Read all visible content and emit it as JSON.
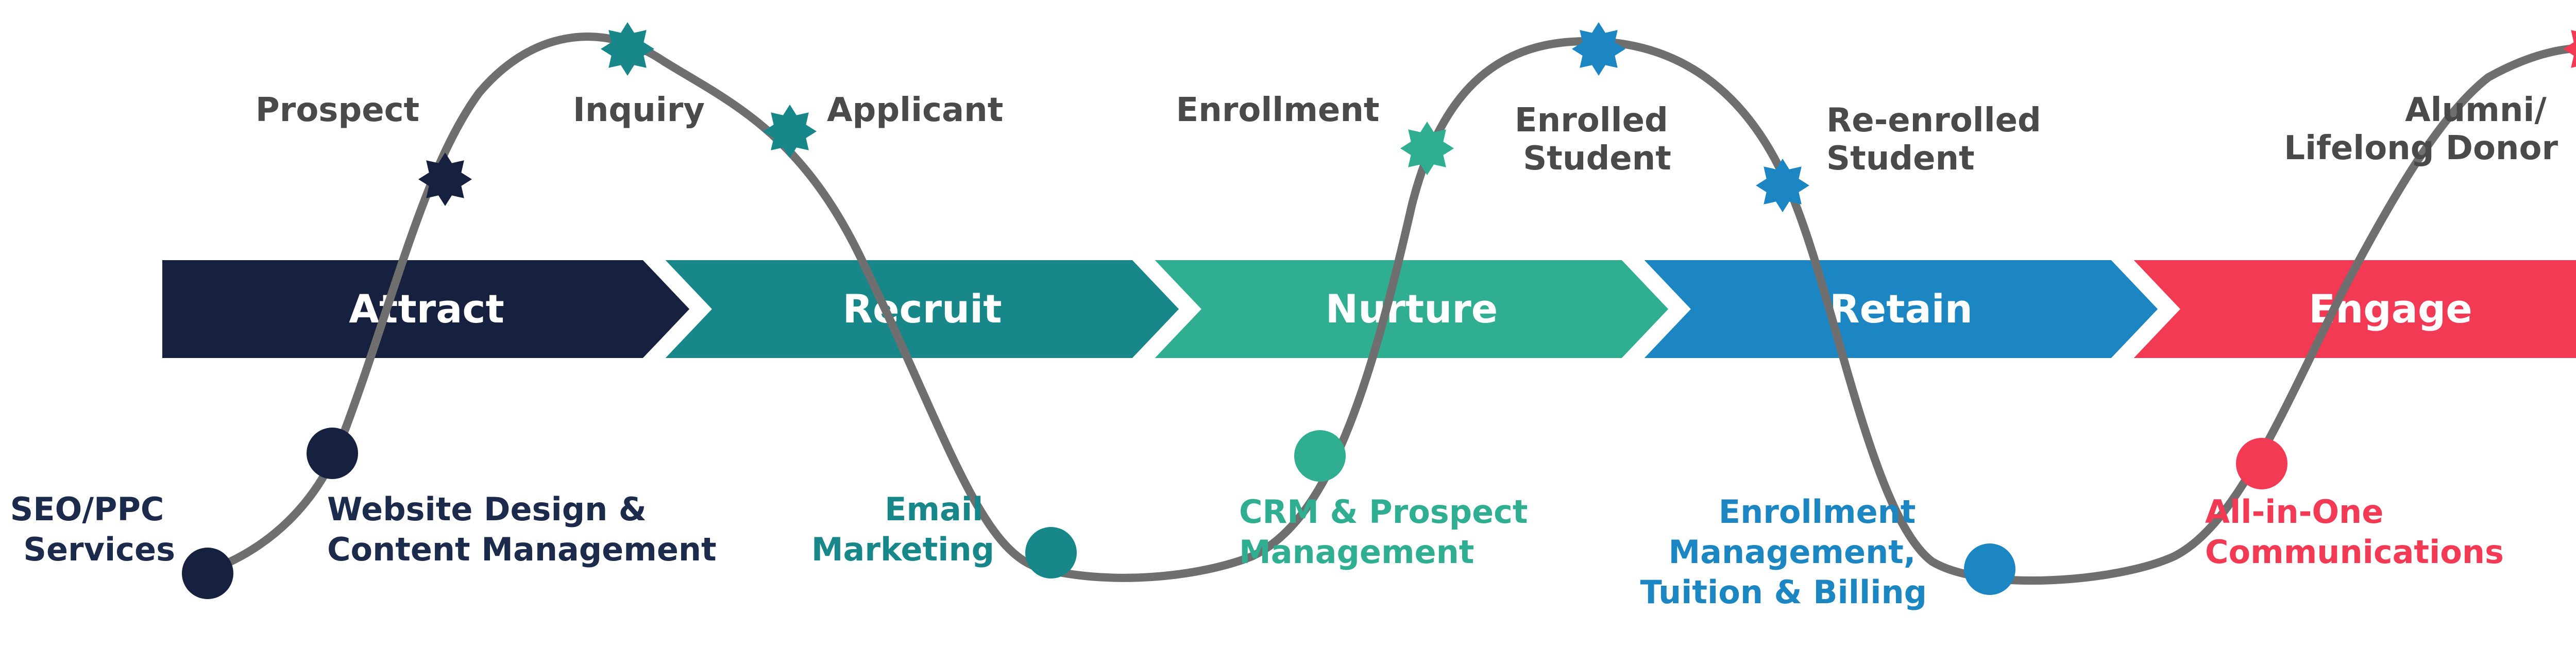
{
  "colors": {
    "attract": "#16213f",
    "recruit": "#17878a",
    "nurture": "#2fae92",
    "retain": "#1c86c2",
    "engage": "#f23a54",
    "curve": "#6f6f6f",
    "label_gray": "#4a4a4a",
    "label_navy": "#1c2a4c"
  },
  "stages": [
    {
      "label": "Attract"
    },
    {
      "label": "Recruit"
    },
    {
      "label": "Nurture"
    },
    {
      "label": "Retain"
    },
    {
      "label": "Engage"
    }
  ],
  "milestones": [
    {
      "lines": [
        "Prospect"
      ]
    },
    {
      "lines": [
        "Inquiry"
      ]
    },
    {
      "lines": [
        "Applicant"
      ]
    },
    {
      "lines": [
        "Enrollment"
      ]
    },
    {
      "lines": [
        "Enrolled",
        "Student"
      ]
    },
    {
      "lines": [
        "Re-enrolled",
        "Student"
      ]
    },
    {
      "lines": [
        "Alumni/",
        "Lifelong Donor"
      ]
    }
  ],
  "services": [
    {
      "lines": [
        "SEO/PPC",
        "Services"
      ]
    },
    {
      "lines": [
        "Website Design &",
        "Content Management"
      ]
    },
    {
      "lines": [
        "Email",
        "Marketing"
      ]
    },
    {
      "lines": [
        "CRM & Prospect",
        "Management"
      ]
    },
    {
      "lines": [
        "Enrollment",
        "Management,",
        "Tuition & Billing"
      ]
    },
    {
      "lines": [
        "All-in-One",
        "Communications"
      ]
    }
  ]
}
